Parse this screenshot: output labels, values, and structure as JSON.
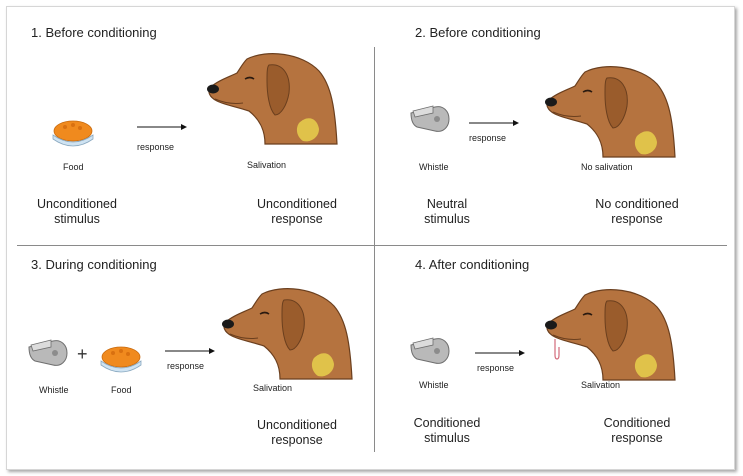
{
  "panels": [
    {
      "title": "1. Before conditioning",
      "stim_label": "Food",
      "arrow_label": "response",
      "resp_label": "Salivation",
      "term_left": [
        "Unconditioned",
        "stimulus"
      ],
      "term_right": [
        "Unconditioned",
        "response"
      ]
    },
    {
      "title": "2. Before conditioning",
      "stim_label": "Whistle",
      "arrow_label": "response",
      "resp_label": "No salivation",
      "term_left": [
        "Neutral",
        "stimulus"
      ],
      "term_right": [
        "No conditioned",
        "response"
      ]
    },
    {
      "title": "3. During conditioning",
      "stim_label": "Whistle",
      "stim_label2": "Food",
      "plus": "+",
      "arrow_label": "response",
      "resp_label": "Salivation",
      "term_right": [
        "Unconditioned",
        "response"
      ]
    },
    {
      "title": "4. After conditioning",
      "stim_label": "Whistle",
      "arrow_label": "response",
      "resp_label": "Salivation",
      "term_left": [
        "Conditioned",
        "stimulus"
      ],
      "term_right": [
        "Conditioned",
        "response"
      ]
    }
  ],
  "colors": {
    "dog_fur": "#b5733f",
    "dog_ear": "#9a5c2c",
    "dog_chest": "#e0c24a",
    "food": "#f08a1e",
    "bowl": "#cfe3f2",
    "whistle": "#b9b9b9"
  },
  "icons": [
    "dog-head-icon",
    "food-bowl-icon",
    "whistle-icon",
    "arrow-right-icon",
    "drool-icon"
  ]
}
